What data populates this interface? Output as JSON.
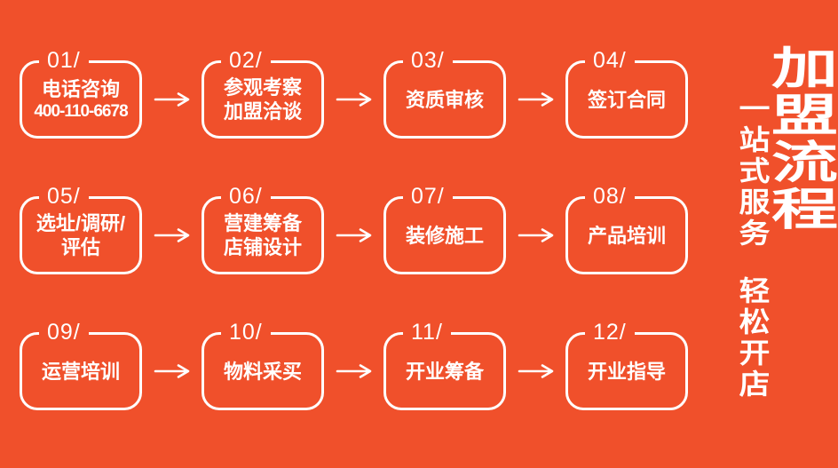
{
  "theme": {
    "background_color": "#F0502B",
    "foreground_color": "#FFFFFF"
  },
  "flow": {
    "steps": [
      {
        "number": "01/",
        "line1": "电话咨询",
        "line2": "400-110-6678"
      },
      {
        "number": "02/",
        "line1": "参观考察",
        "line2": "加盟洽谈"
      },
      {
        "number": "03/",
        "line1": "资质审核"
      },
      {
        "number": "04/",
        "line1": "签订合同"
      },
      {
        "number": "05/",
        "line1": "选址/调研/",
        "line2": "评估"
      },
      {
        "number": "06/",
        "line1": "营建筹备",
        "line2": "店铺设计"
      },
      {
        "number": "07/",
        "line1": "装修施工"
      },
      {
        "number": "08/",
        "line1": "产品培训"
      },
      {
        "number": "09/",
        "line1": "运营培训"
      },
      {
        "number": "10/",
        "line1": "物料采买"
      },
      {
        "number": "11/",
        "line1": "开业筹备"
      },
      {
        "number": "12/",
        "line1": "开业指导"
      }
    ]
  },
  "sidebar": {
    "title": "加盟流程",
    "subtitle_line1": "一站式服务",
    "subtitle_line2": "轻松开店"
  }
}
